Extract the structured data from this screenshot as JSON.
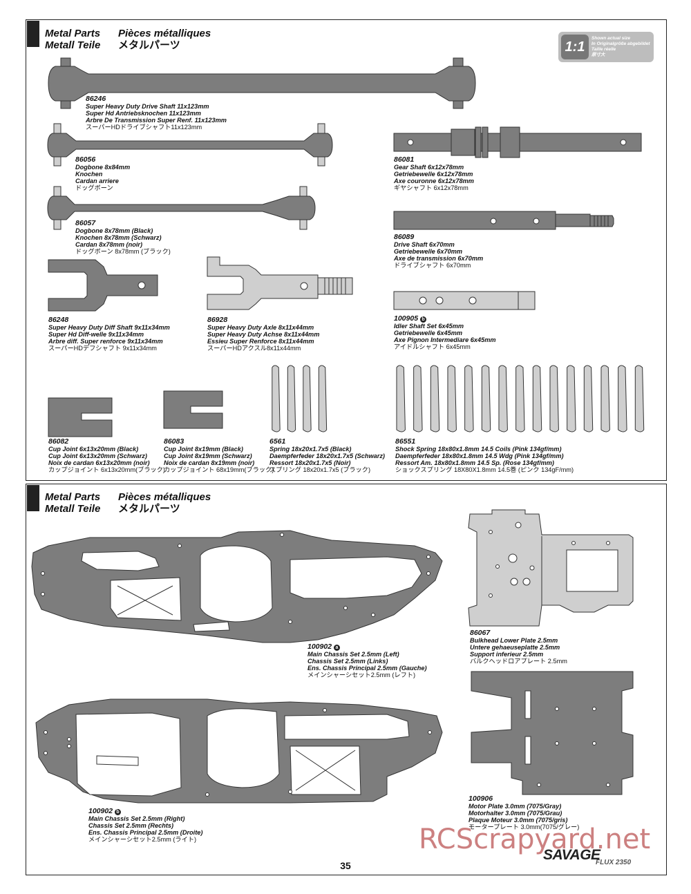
{
  "header": {
    "en": "Metal Parts",
    "fr": "Pièces métalliques",
    "de": "Metall Teile",
    "jp": "メタルパーツ"
  },
  "scale_badge": {
    "big": "1:1",
    "line1": "Shown actual size",
    "line2": "In Originalgröße abgebildet",
    "line3": "Taille réelle",
    "line4": "原寸大"
  },
  "parts": {
    "p86246": {
      "pn": "86246",
      "l1": "Super Heavy Duty Drive Shaft 11x123mm",
      "l2": "Super Hd Antriebsknochen 11x123mm",
      "l3": "Arbre De Transmission Super Renf. 11x123mm",
      "l4": "スーパーHDドライブシャフト11x123mm"
    },
    "p86056": {
      "pn": "86056",
      "l1": "Dogbone 8x84mm",
      "l2": "Knochen",
      "l3": "Cardan arriere",
      "l4": "ドッグボーン"
    },
    "p86057": {
      "pn": "86057",
      "l1": "Dogbone 8x78mm (Black)",
      "l2": "Knochen 8x78mm (Schwarz)",
      "l3": "Cardan 8x78mm (noir)",
      "l4": "ドッグボーン 8x78mm (ブラック)"
    },
    "p86081": {
      "pn": "86081",
      "l1": "Gear Shaft 6x12x78mm",
      "l2": "Getriebewelle 6x12x78mm",
      "l3": "Axe couronne 6x12x78mm",
      "l4": "ギヤシャフト 6x12x78mm"
    },
    "p86089": {
      "pn": "86089",
      "l1": "Drive Shaft 6x70mm",
      "l2": "Getriebewelle 6x70mm",
      "l3": "Axe de transmission 6x70mm",
      "l4": "ドライブシャフト 6x70mm"
    },
    "p86248": {
      "pn": "86248",
      "l1": "Super Heavy Duty Diff Shaft 9x11x34mm",
      "l2": "Super Hd Diff-welle 9x11x34mm",
      "l3": "Arbre diff. Super renforce 9x11x34mm",
      "l4": "スーパーHDデフシャフト 9x11x34mm"
    },
    "p86928": {
      "pn": "86928",
      "l1": "Super Heavy Duty Axle 8x11x44mm",
      "l2": "Super Heavy Duty Achse 8x11x44mm",
      "l3": "Essieu Super Renforce 8x11x44mm",
      "l4": "スーパーHDアクスル8x11x44mm"
    },
    "p100905": {
      "pn": "100905",
      "l1": "Idler Shaft Set 6x45mm",
      "l2": "Getriebewelle 6x45mm",
      "l3": "Axe Pignon Intermediare 6x45mm",
      "l4": "アイドルシャフト 6x45mm"
    },
    "p86082": {
      "pn": "86082",
      "l1": "Cup Joint 6x13x20mm (Black)",
      "l2": "Cup Joint 6x13x20mm (Schwarz)",
      "l3": "Noix de cardan 6x13x20mm (noir)",
      "l4": "カップジョイント 6x13x20mm(ブラック)"
    },
    "p86083": {
      "pn": "86083",
      "l1": "Cup Joint 8x19mm (Black)",
      "l2": "Cup Joint 8x19mm (Schwarz)",
      "l3": "Noix de cardan 8x19mm (noir)",
      "l4": "カップジョイント 68x19mm(ブラック)"
    },
    "p6561": {
      "pn": "6561",
      "l1": "Spring 18x20x1.7x5 (Black)",
      "l2": "Daempferfeder 18x20x1.7x5 (Schwarz)",
      "l3": "Ressort 18x20x1.7x5 (Noir)",
      "l4": "スプリング 18x20x1.7x5 (ブラック)"
    },
    "p86551": {
      "pn": "86551",
      "l1": "Shock Spring 18x80x1.8mm 14.5 Coils (Pink 134gf/mm)",
      "l2": "Daempferfeder 18x80x1.8mm 14.5 Wdg (Pink 134gf/mm)",
      "l3": "Ressort Am. 18x80x1.8mm 14.5 Sp. (Rose 134gf/mm)",
      "l4": "ショックスプリング 18X80X1.8mm 14.5巻 (ピンク 134gF/mm)"
    },
    "p100902a": {
      "pn": "100902",
      "l1": "Main Chassis Set 2.5mm (Left)",
      "l2": "Chassis Set 2.5mm (Links)",
      "l3": "Ens. Chassis Principal 2.5mm (Gauche)",
      "l4": "メインシャーシセット2.5mm (レフト)"
    },
    "p86067": {
      "pn": "86067",
      "l1": "Bulkhead Lower Plate 2.5mm",
      "l2": "Untere gehaeuseplatte 2.5mm",
      "l3": "Support inferieur 2.5mm",
      "l4": "バルクヘッドロアプレート 2.5mm"
    },
    "p100902b": {
      "pn": "100902",
      "l1": "Main Chassis Set 2.5mm (Right)",
      "l2": "Chassis Set 2.5mm (Rechts)",
      "l3": "Ens. Chassis Principal 2.5mm (Droite)",
      "l4": "メインシャーシセット2.5mm (ライト)"
    },
    "p100906": {
      "pn": "100906",
      "l1": "Motor Plate 3.0mm (7075/Gray)",
      "l2": "Motorhalter 3.0mm (7075/Grau)",
      "l3": "Plaque Moteur 3.0mm (7075/gris)",
      "l4": "モータープレート 3.0mm(7075/グレー)"
    }
  },
  "page_number": "35",
  "logo": "SAVAGE",
  "logo_sub": "FLUX 2350",
  "watermark": "RCScrapyard.net",
  "colors": {
    "metal": "#7d7d7d",
    "metal_light": "#cfcfcf",
    "outline": "#333333",
    "watermark": "#c46a6a"
  }
}
